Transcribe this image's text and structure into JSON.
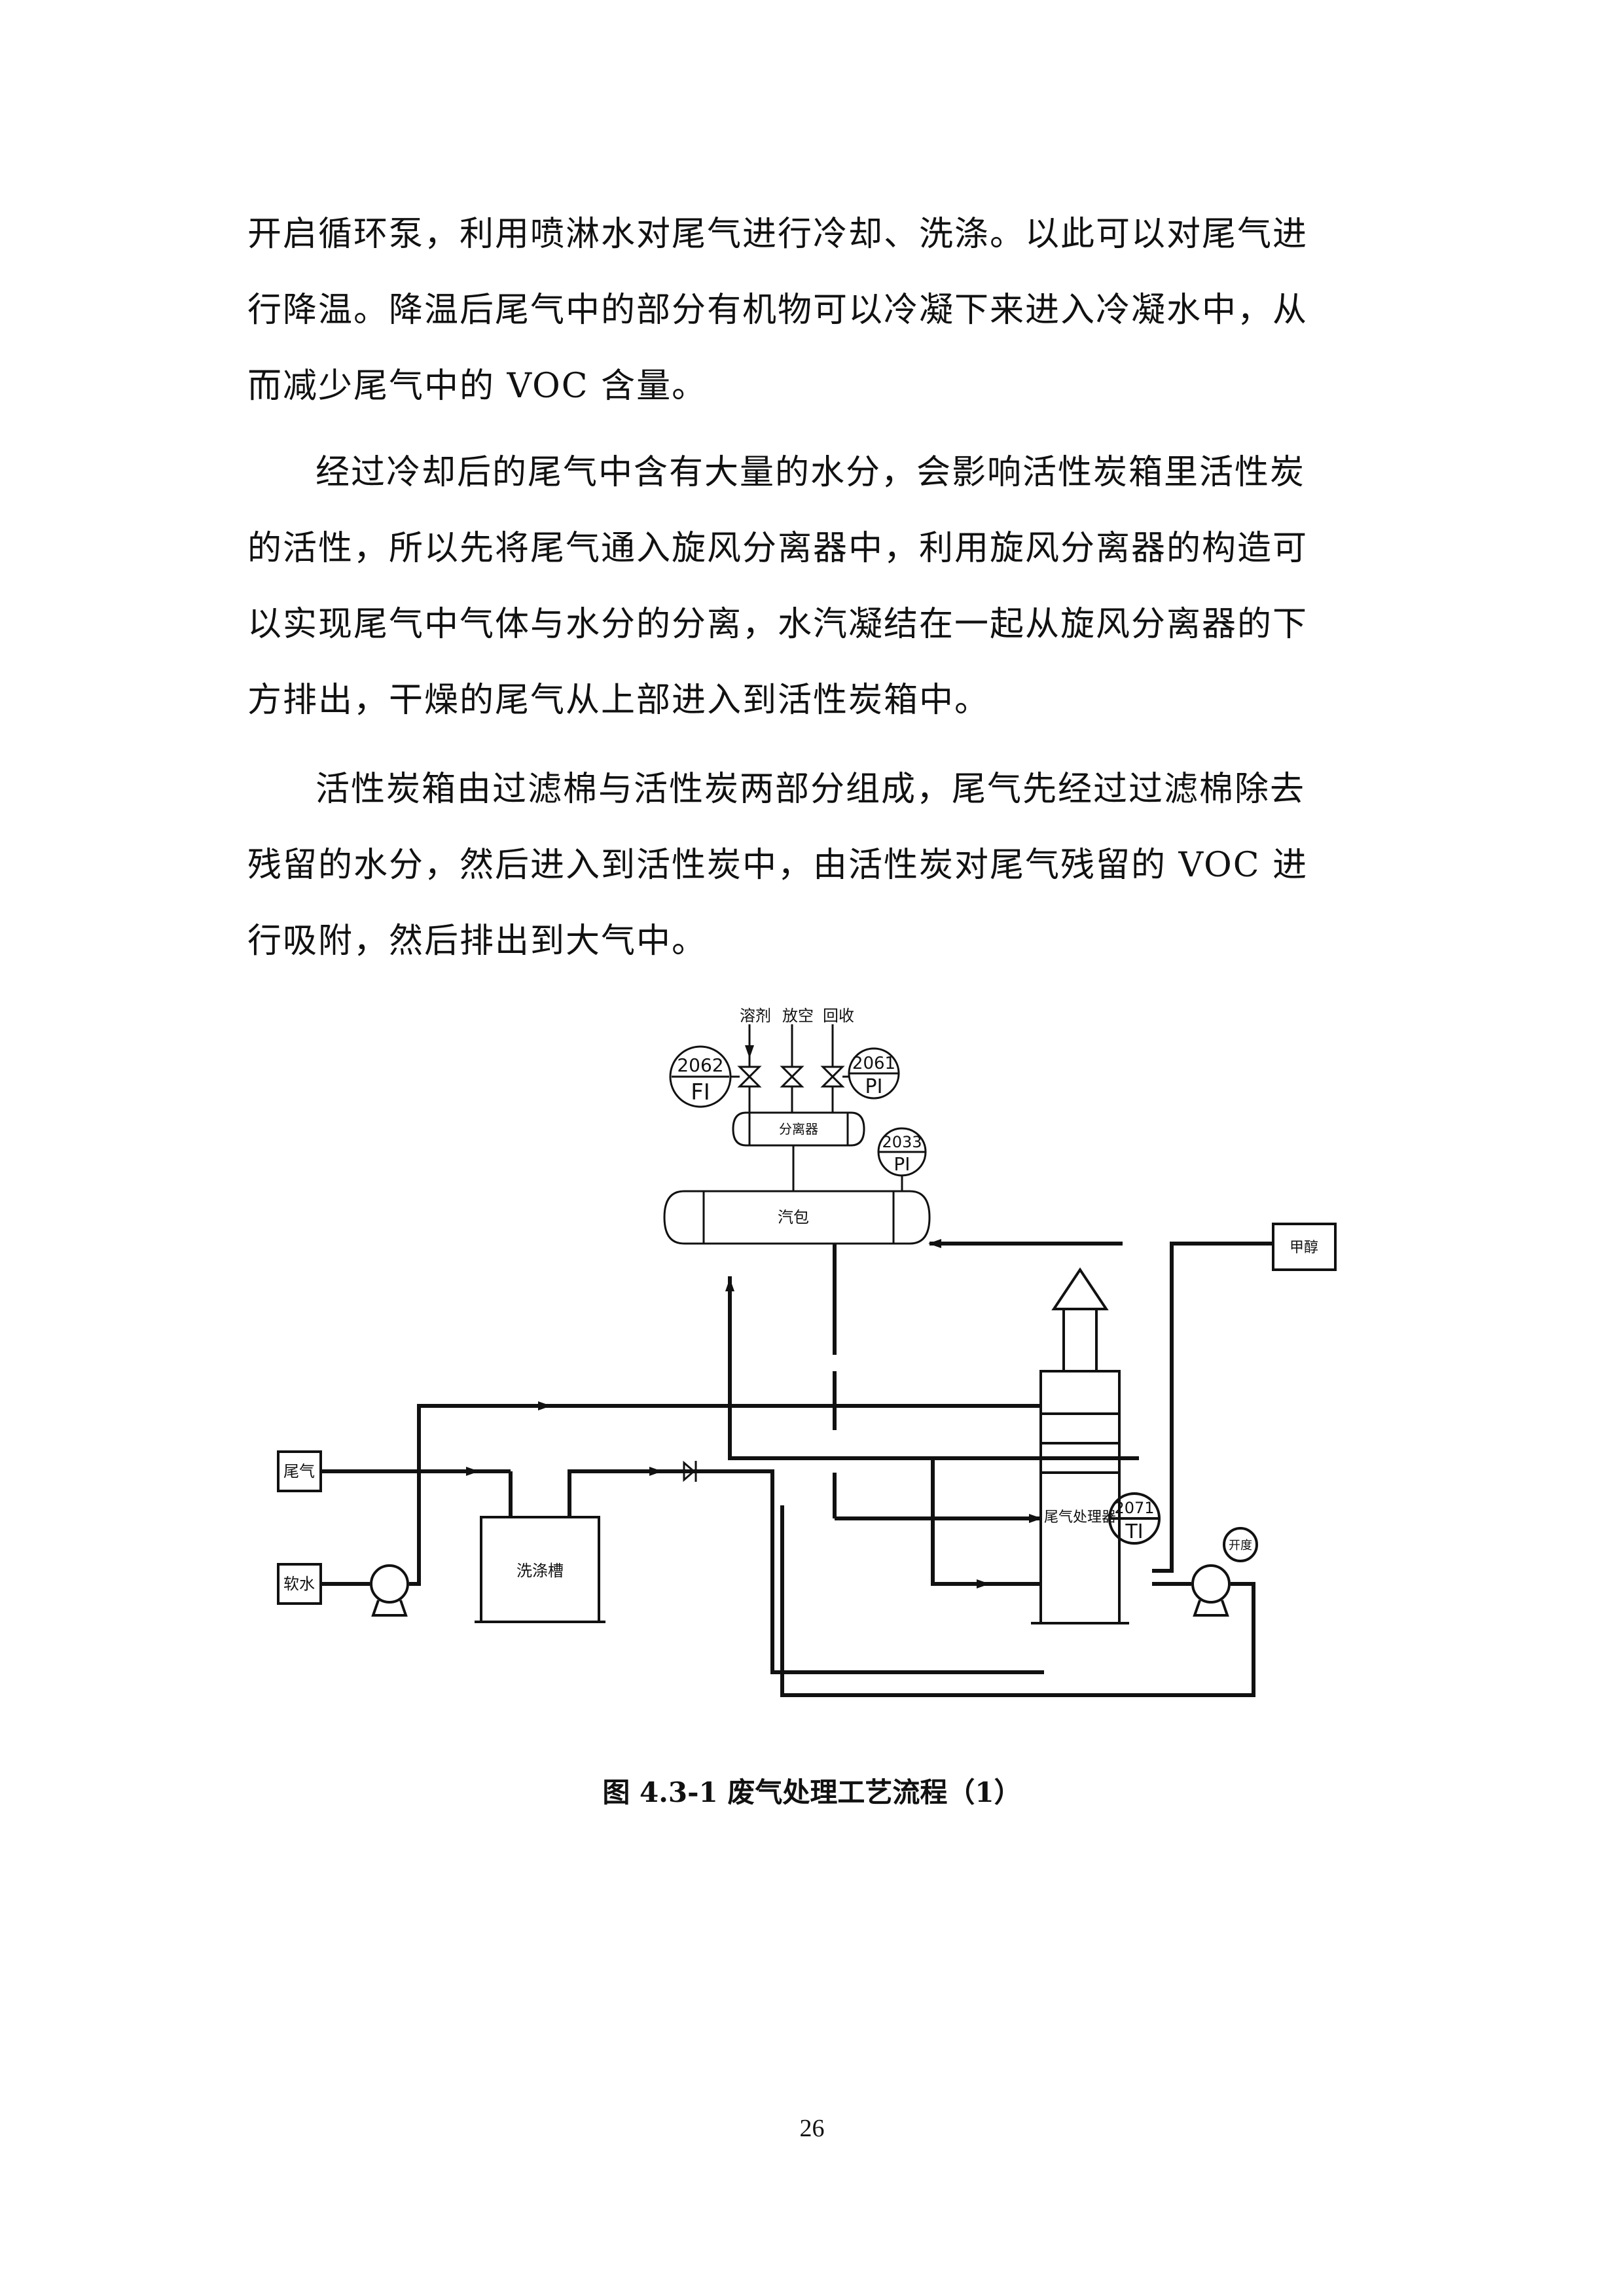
{
  "body": {
    "paragraph1": [
      "开启循环泵，利用喷淋水对尾气进行冷却、洗涤。以此可以对尾气进",
      "行降温。降温后尾气中的部分有机物可以冷凝下来进入冷凝水中，从",
      "而减少尾气中的 VOC 含量。"
    ],
    "paragraph2": [
      "经过冷却后的尾气中含有大量的水分，会影响活性炭箱里活性炭",
      "的活性，所以先将尾气通入旋风分离器中，利用旋风分离器的构造可",
      "以实现尾气中气体与水分的分离，水汽凝结在一起从旋风分离器的下",
      "方排出，干燥的尾气从上部进入到活性炭箱中。"
    ],
    "paragraph3": [
      "活性炭箱由过滤棉与活性炭两部分组成，尾气先经过过滤棉除去",
      "残留的水分，然后进入到活性炭中，由活性炭对尾气残留的 VOC 进",
      "行吸附，然后排出到大气中。"
    ]
  },
  "figure": {
    "top_labels": [
      "溶剂",
      "放空",
      "回收"
    ],
    "instruments": {
      "fi": {
        "tag": "2062",
        "type": "FI"
      },
      "pi_top": {
        "tag": "2061",
        "type": "PI"
      },
      "pi_drum": {
        "tag": "2033",
        "type": "PI"
      },
      "ti": {
        "tag": "2071",
        "type": "TI"
      }
    },
    "equipment": {
      "separator": "分离器",
      "drum": "汽包",
      "tail_gas_box": "尾气",
      "soft_water_box": "软水",
      "tank": "洗涤槽",
      "treater": "尾气处理器",
      "right_box": "甲醇",
      "pump_right_label": "开度"
    }
  },
  "caption": "图 4.3-1 废气处理工艺流程（1）",
  "page_number": "26"
}
